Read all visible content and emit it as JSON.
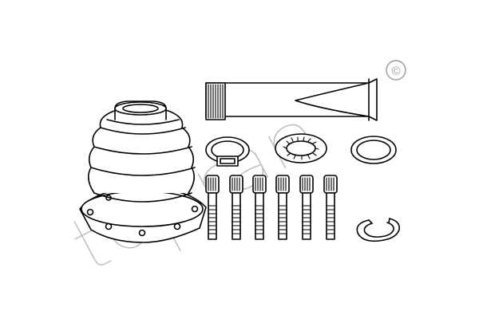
{
  "watermark": {
    "brand": "topran",
    "copyright_symbol": "©"
  },
  "parts": [
    {
      "name": "cv-joint-boot"
    },
    {
      "name": "grease-tube"
    },
    {
      "name": "hose-clamp"
    },
    {
      "name": "spring-washer"
    },
    {
      "name": "sealing-ring"
    },
    {
      "name": "bolt",
      "count": 6
    },
    {
      "name": "circlip"
    }
  ]
}
